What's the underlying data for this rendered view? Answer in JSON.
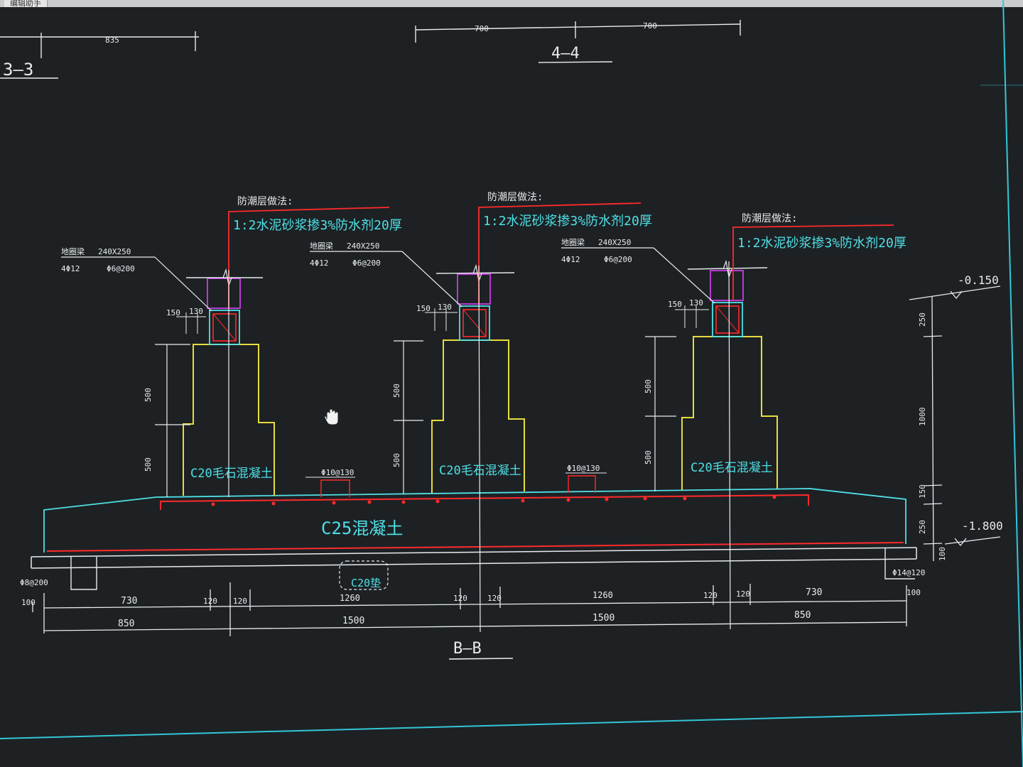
{
  "tabs": [
    {
      "label": "编辑助手"
    }
  ],
  "colors": {
    "background": "#1d2124",
    "white": "#e8ecee",
    "cyan": "#4fe0e6",
    "yellow": "#e7dc3c",
    "red": "#ff2a2a",
    "magenta": "#e040ff",
    "green": "#4fe0a0"
  },
  "top": {
    "dim_835": "835",
    "dim_700_a": "700",
    "dim_700_b": "700",
    "section_33": "3—3",
    "section_44": "4—4"
  },
  "section": {
    "title": "B—B",
    "elev_top": "-0.150",
    "elev_bottom": "-1.800",
    "base_concrete": "C25混凝土",
    "cushion": "C20垫",
    "base_bar_top": "Φ10@130",
    "bar_left": "Φ8@200",
    "bar_right": "Φ14@120"
  },
  "piers": [
    {
      "dpc_title": "防潮层做法:",
      "dpc_spec": "1:2水泥砂浆掺3%防水剂20厚",
      "beam_name": "地圈梁",
      "beam_size": "240X250",
      "beam_main": "4Φ12",
      "beam_stirrup": "Φ6@200",
      "dim_150": "150",
      "dim_130": "130",
      "step_upper": "500",
      "step_lower": "500",
      "material": "C20毛石混凝土"
    },
    {
      "dpc_title": "防潮层做法:",
      "dpc_spec": "1:2水泥砂浆掺3%防水剂20厚",
      "beam_name": "地圈梁",
      "beam_size": "240X250",
      "beam_main": "4Φ12",
      "beam_stirrup": "Φ6@200",
      "dim_150": "150",
      "dim_130": "130",
      "step_upper": "500",
      "step_lower": "500",
      "material": "C20毛石混凝土"
    },
    {
      "dpc_title": "防潮层做法:",
      "dpc_spec": "1:2水泥砂浆掺3%防水剂20厚",
      "beam_name": "地圈梁",
      "beam_size": "240X250",
      "beam_main": "4Φ12",
      "beam_stirrup": "Φ6@200",
      "dim_150": "150",
      "dim_130": "130",
      "step_upper": "500",
      "step_lower": "500",
      "material": "C20毛石混凝土"
    }
  ],
  "right_dims": {
    "d250_top": "250",
    "d1000": "1000",
    "d150": "150",
    "d250_bot": "250",
    "d100": "100"
  },
  "dims_row1": {
    "l100": "100",
    "l730": "730",
    "l120a": "120",
    "l120b": "120",
    "l1260a": "1260",
    "l120c": "120",
    "l120d": "120",
    "l1260b": "1260",
    "l120e": "120",
    "l120f": "120",
    "l730b": "730",
    "l100b": "100"
  },
  "dims_row2": {
    "l850": "850",
    "l1500a": "1500",
    "l1500b": "1500",
    "l850b": "850"
  }
}
